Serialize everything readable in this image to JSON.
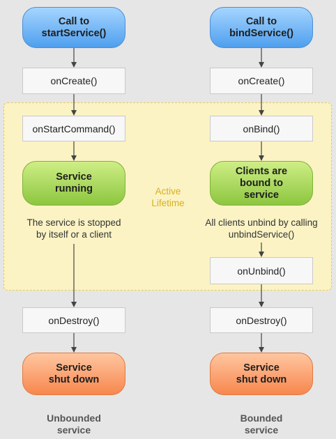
{
  "active_lifetime_label": "Active\nLifetime",
  "left_column": {
    "start": "Call to\nstartService()",
    "on_create": "onCreate()",
    "on_start_command": "onStartCommand()",
    "running": "Service\nrunning",
    "stop_note": "The service is stopped\nby itself or a client",
    "on_destroy": "onDestroy()",
    "shut_down": "Service\nshut down",
    "caption": "Unbounded\nservice"
  },
  "right_column": {
    "start": "Call to\nbindService()",
    "on_create": "onCreate()",
    "on_bind": "onBind()",
    "bound": "Clients are\nbound to\nservice",
    "unbind_note": "All clients unbind by calling\nunbindService()",
    "on_unbind": "onUnbind()",
    "on_destroy": "onDestroy()",
    "shut_down": "Service\nshut down",
    "caption": "Bounded\nservice"
  },
  "colors": {
    "start_node": "#4e9fee",
    "active_node": "#8cc63f",
    "end_node": "#f7874e",
    "active_region": "#fbf3c4"
  }
}
